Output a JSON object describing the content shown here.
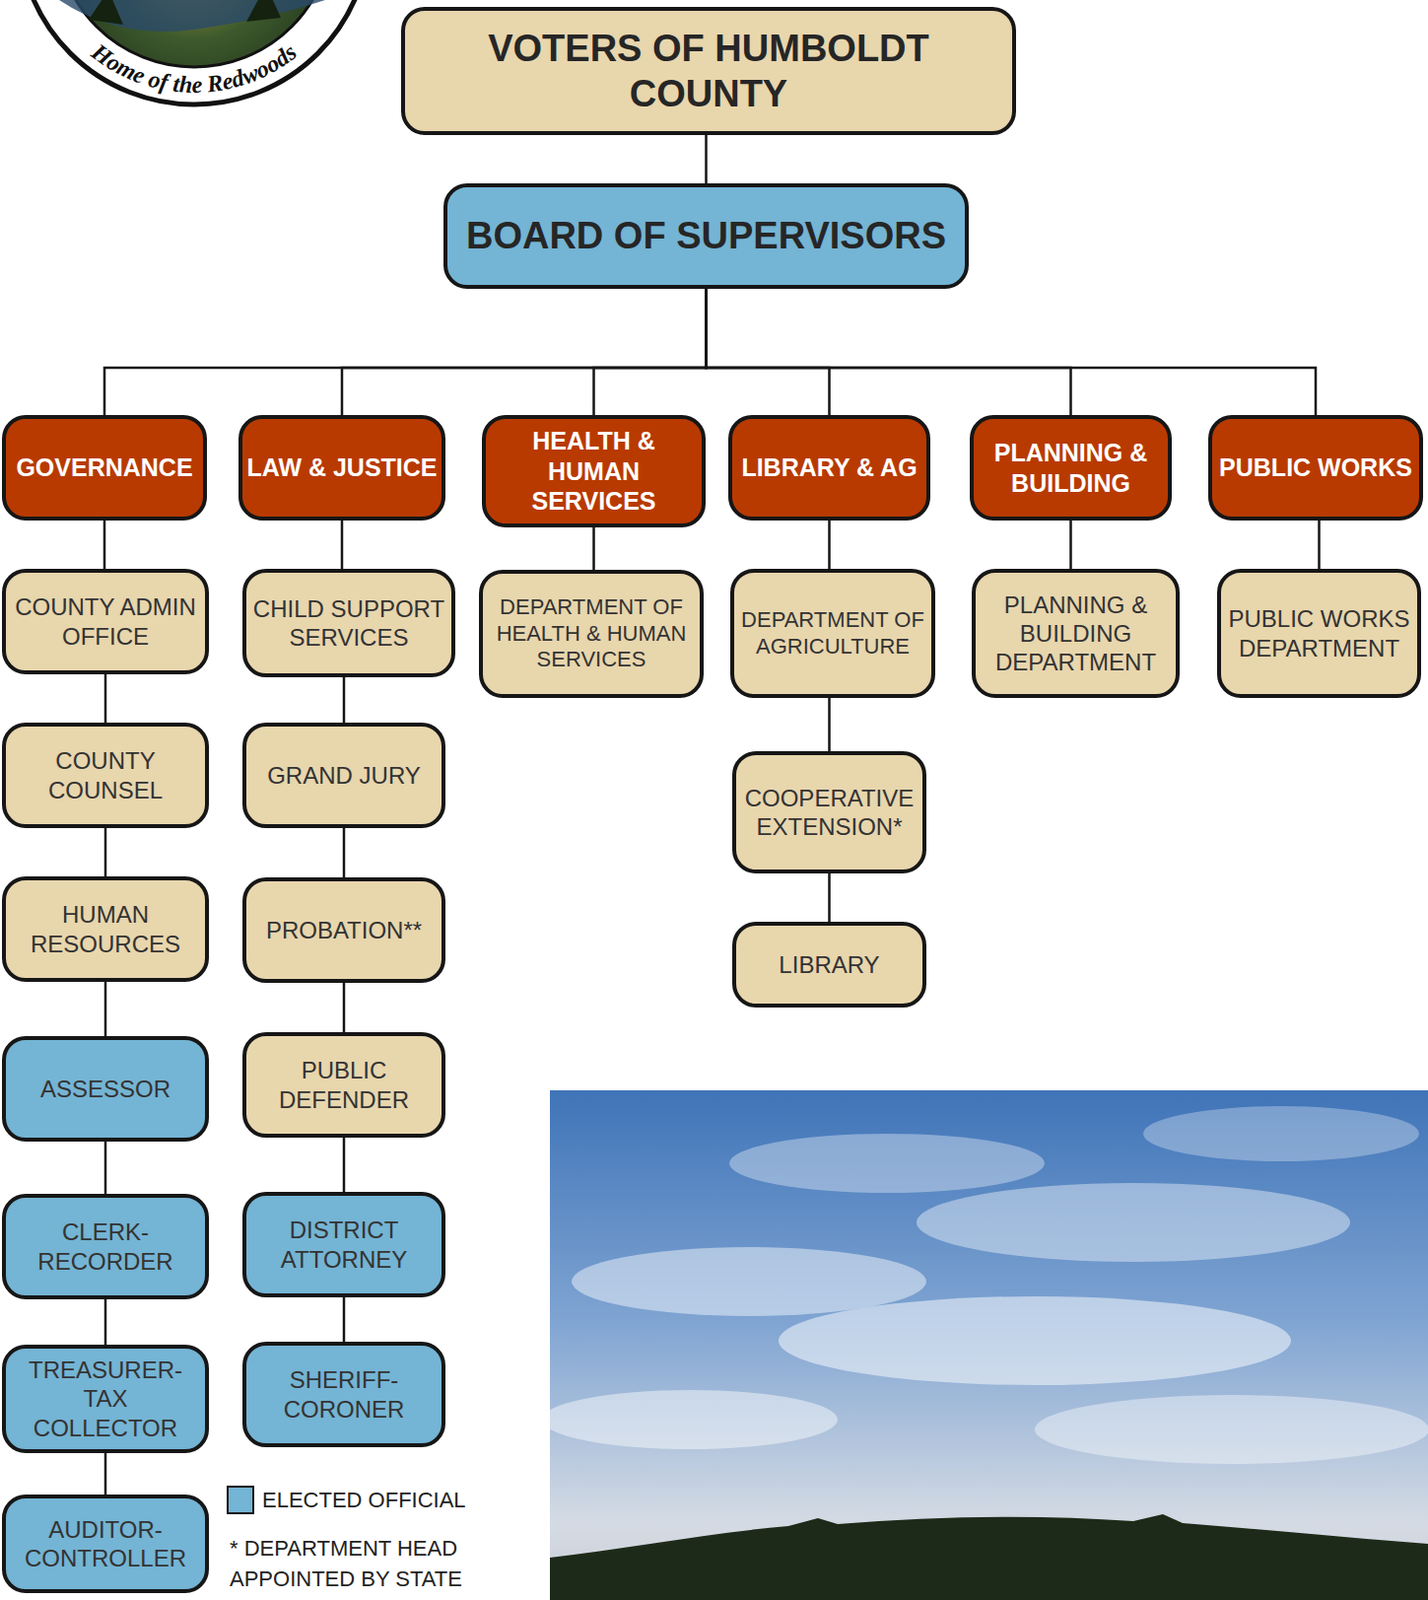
{
  "diagram": {
    "nodes": [
      {
        "text": [
          "VOTERS OF HUMBOLDT COUNTY"
        ]
      },
      {
        "text": [
          "BOARD OF SUPERVISORS"
        ]
      },
      {
        "text": [
          "GOVERNANCE"
        ]
      },
      {
        "text": [
          "LAW & JUSTICE"
        ]
      },
      {
        "text": [
          "HEALTH & HUMAN SERVICES"
        ]
      },
      {
        "text": [
          "LIBRARY & AG"
        ]
      },
      {
        "text": [
          "PLANNING & BUILDING"
        ]
      },
      {
        "text": [
          "PUBLIC WORKS"
        ]
      },
      {
        "text": [
          "COUNTY ADMIN OFFICE"
        ]
      },
      {
        "text": [
          "COUNTY COUNSEL"
        ]
      },
      {
        "text": [
          "HUMAN RESOURCES"
        ]
      },
      {
        "text": [
          "ASSESSOR"
        ]
      },
      {
        "text": [
          "CLERK- RECORDER"
        ]
      },
      {
        "text": [
          "TREASURER- TAX COLLECTOR"
        ]
      },
      {
        "text": [
          "AUDITOR- CONTROLLER"
        ]
      },
      {
        "text": [
          "CHILD SUPPORT SERVICES"
        ]
      },
      {
        "text": [
          "GRAND JURY"
        ]
      },
      {
        "text": [
          "PROBATION**"
        ]
      },
      {
        "text": [
          "PUBLIC DEFENDER"
        ]
      },
      {
        "text": [
          "DISTRICT ATTORNEY"
        ]
      },
      {
        "text": [
          "SHERIFF- CORONER"
        ]
      },
      {
        "text": [
          "DEPARTMENT OF HEALTH & HUMAN SERVICES"
        ]
      },
      {
        "text": [
          "DEPARTMENT OF AGRICULTURE"
        ]
      },
      {
        "text": [
          "COOPERATIVE EXTENSION*"
        ]
      },
      {
        "text": [
          "LIBRARY"
        ]
      },
      {
        "text": [
          "PLANNING & BUILDING DEPARTMENT"
        ]
      },
      {
        "text": [
          "PUBLIC WORKS DEPARTMENT"
        ]
      }
    ],
    "edges": [
      {
        "from": 0,
        "to": 1,
        "arrow": "none"
      },
      {
        "from": 1,
        "to": 2,
        "arrow": "none"
      },
      {
        "from": 1,
        "to": 3,
        "arrow": "none"
      },
      {
        "from": 1,
        "to": 4,
        "arrow": "none"
      },
      {
        "from": 1,
        "to": 5,
        "arrow": "none"
      },
      {
        "from": 1,
        "to": 6,
        "arrow": "none"
      },
      {
        "from": 1,
        "to": 7,
        "arrow": "none"
      },
      {
        "from": 2,
        "to": 8,
        "arrow": "none"
      },
      {
        "from": 8,
        "to": 9,
        "arrow": "none"
      },
      {
        "from": 9,
        "to": 10,
        "arrow": "none"
      },
      {
        "from": 10,
        "to": 11,
        "arrow": "none"
      },
      {
        "from": 11,
        "to": 12,
        "arrow": "none"
      },
      {
        "from": 12,
        "to": 13,
        "arrow": "none"
      },
      {
        "from": 13,
        "to": 14,
        "arrow": "none"
      },
      {
        "from": 3,
        "to": 15,
        "arrow": "none"
      },
      {
        "from": 15,
        "to": 16,
        "arrow": "none"
      },
      {
        "from": 16,
        "to": 17,
        "arrow": "none"
      },
      {
        "from": 17,
        "to": 18,
        "arrow": "none"
      },
      {
        "from": 18,
        "to": 19,
        "arrow": "none"
      },
      {
        "from": 19,
        "to": 20,
        "arrow": "none"
      },
      {
        "from": 4,
        "to": 21,
        "arrow": "none"
      },
      {
        "from": 5,
        "to": 22,
        "arrow": "none"
      },
      {
        "from": 22,
        "to": 23,
        "arrow": "none"
      },
      {
        "from": 23,
        "to": 24,
        "arrow": "none"
      },
      {
        "from": 6,
        "to": 25,
        "arrow": "none"
      },
      {
        "from": 7,
        "to": 26,
        "arrow": "none"
      }
    ],
    "labels": [
      "Home of the Redwoods",
      "* DEPARTMENT HEAD APPOINTED BY STATE"
    ],
    "legend": [
      {
        "text": "ELECTED OFFICIAL",
        "color": "#74b4d4"
      }
    ]
  }
}
